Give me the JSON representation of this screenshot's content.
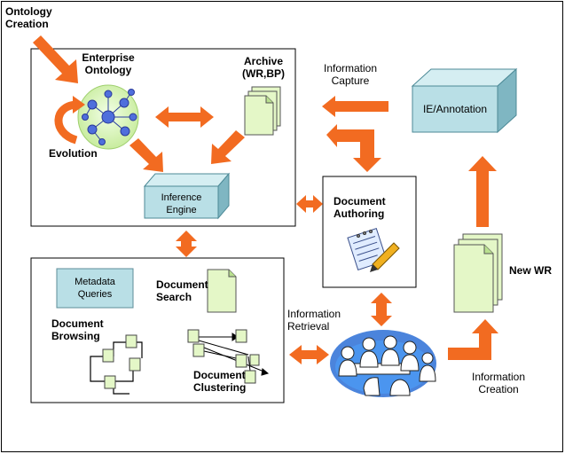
{
  "labels": {
    "ontology_creation": "Ontology\nCreation",
    "enterprise_ontology": "Enterprise\nOntology",
    "evolution": "Evolution",
    "archive": "Archive\n(WR,BP)",
    "inference_engine": "Inference\nEngine",
    "information_capture": "Information\nCapture",
    "ie_annotation": "IE/Annotation",
    "document_authoring": "Document\nAuthoring",
    "new_wr": "New WR",
    "metadata_queries": "Metadata\nQueries",
    "document_search": "Document\nSearch",
    "document_browsing": "Document\nBrowsing",
    "document_clustering": "Document\nClustering",
    "information_retrieval": "Information\nRetrieval",
    "information_creation": "Information\nCreation"
  },
  "colors": {
    "arrow": "#f26b21",
    "box_front": "#b9dfe6",
    "box_top": "#d5eef2",
    "box_side": "#7fb6c2",
    "ontology_sphere": "#d6f5b8",
    "ontology_node": "#5a7be0",
    "document": "#e4f7c7",
    "document_dark": "#b9e08f"
  },
  "icons": [
    "ontology-graph-icon",
    "document-stack-icon",
    "document-icon",
    "notepad-pen-icon",
    "meeting-people-icon"
  ]
}
